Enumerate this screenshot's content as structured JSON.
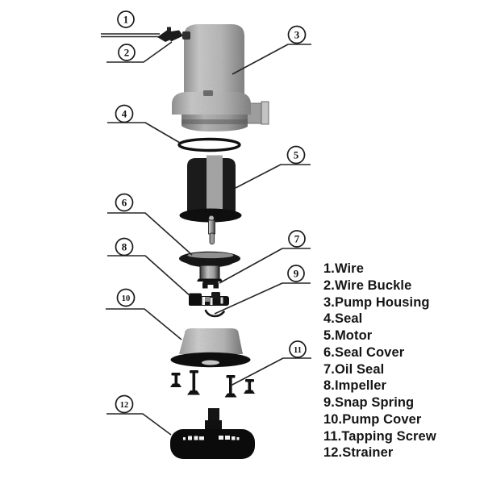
{
  "diagram": {
    "type": "exploded-parts-diagram",
    "subject": "submersible pump",
    "background_color": "#ffffff",
    "line_color": "#222222",
    "metal_gray": "#b2b2b2",
    "dark_part_color": "#121212",
    "callout_style": "circled-number"
  },
  "parts": [
    {
      "num": "1",
      "name": "Wire",
      "label": "1.Wire"
    },
    {
      "num": "2",
      "name": "Wire Buckle",
      "label": "2.Wire Buckle"
    },
    {
      "num": "3",
      "name": "Pump Housing",
      "label": "3.Pump Housing"
    },
    {
      "num": "4",
      "name": "Seal",
      "label": "4.Seal"
    },
    {
      "num": "5",
      "name": "Motor",
      "label": "5.Motor"
    },
    {
      "num": "6",
      "name": "Seal Cover",
      "label": "6.Seal Cover"
    },
    {
      "num": "7",
      "name": "Oil Seal",
      "label": "7.Oil Seal"
    },
    {
      "num": "8",
      "name": "Impeller",
      "label": "8.Impeller"
    },
    {
      "num": "9",
      "name": "Snap Spring",
      "label": "9.Snap Spring"
    },
    {
      "num": "10",
      "name": "Pump Cover",
      "label": "10.Pump Cover"
    },
    {
      "num": "11",
      "name": "Tapping Screw",
      "label": "11.Tapping Screw"
    },
    {
      "num": "12",
      "name": "Strainer",
      "label": "12.Strainer"
    }
  ]
}
